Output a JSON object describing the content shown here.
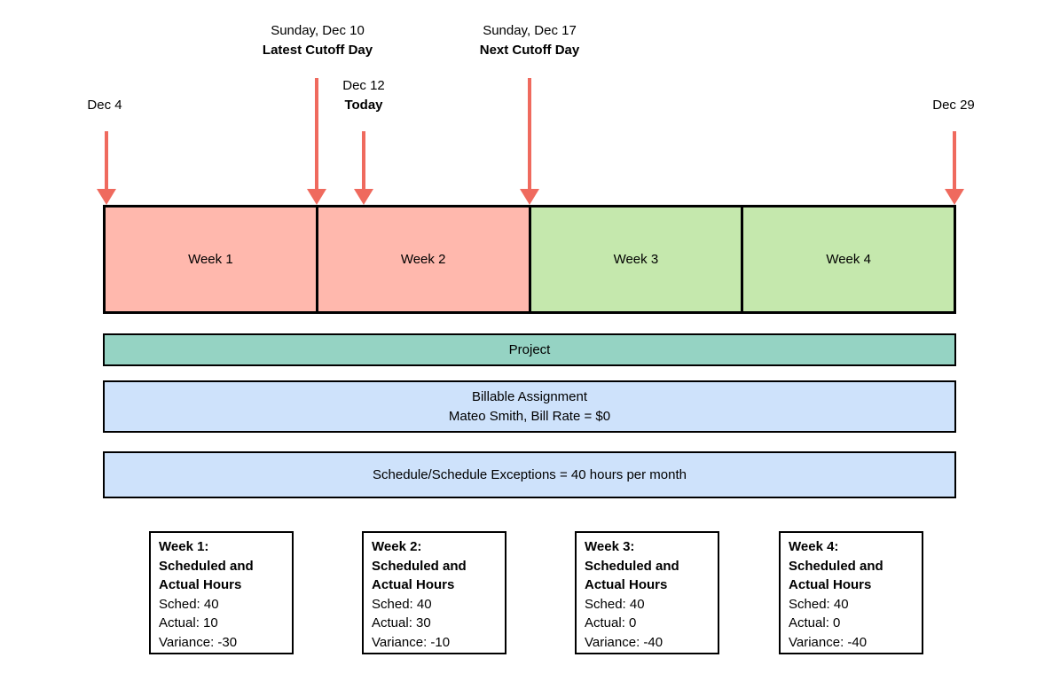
{
  "colors": {
    "past_week_fill": "#FFB8AD",
    "future_week_fill": "#C5E8AD",
    "project_fill": "#95D3C3",
    "assignment_fill": "#CEE2FB",
    "arrow_red": "#EF6A5E"
  },
  "annotations": {
    "dec10": {
      "date": "Sunday, Dec 10",
      "label": "Latest Cutoff Day"
    },
    "dec17": {
      "date": "Sunday, Dec 17",
      "label": "Next Cutoff Day"
    },
    "dec12": {
      "date": "Dec 12",
      "label": "Today"
    },
    "dec4": {
      "date": "Dec 4"
    },
    "dec29": {
      "date": "Dec 29"
    }
  },
  "timeline": {
    "weeks": [
      {
        "label": "Week 1",
        "status": "past"
      },
      {
        "label": "Week 2",
        "status": "past"
      },
      {
        "label": "Week 3",
        "status": "future"
      },
      {
        "label": "Week 4",
        "status": "future"
      }
    ]
  },
  "bars": {
    "project": {
      "label": "Project"
    },
    "assignment": {
      "line1": "Billable Assignment",
      "line2": "Mateo Smith, Bill Rate = $0"
    },
    "schedule": {
      "label": "Schedule/Schedule Exceptions = 40 hours per month"
    }
  },
  "week_boxes": [
    {
      "title": [
        "Week 1:",
        "Scheduled and",
        "Actual Hours"
      ],
      "sched": "Sched: 40",
      "actual": "Actual: 10",
      "variance": "Variance: -30"
    },
    {
      "title": [
        "Week 2:",
        "Scheduled and",
        "Actual Hours"
      ],
      "sched": "Sched: 40",
      "actual": "Actual: 30",
      "variance": "Variance: -10"
    },
    {
      "title": [
        "Week 3:",
        "Scheduled and",
        "Actual Hours"
      ],
      "sched": "Sched: 40",
      "actual": "Actual: 0",
      "variance": "Variance: -40"
    },
    {
      "title": [
        "Week 4:",
        "Scheduled and",
        "Actual Hours"
      ],
      "sched": "Sched: 40",
      "actual": "Actual: 0",
      "variance": "Variance: -40"
    }
  ]
}
